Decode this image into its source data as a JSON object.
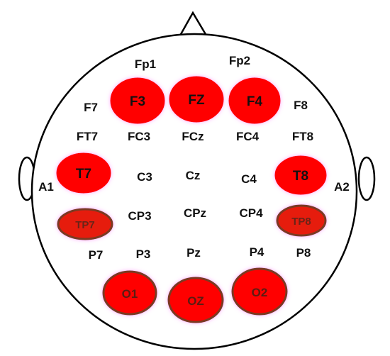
{
  "colors": {
    "outline": "#000000",
    "background": "#ffffff",
    "highlight_fill": "#ff0000",
    "highlight_edge": "#7a3a24",
    "glow": "#ff66ff",
    "text": "#111111"
  },
  "electrodes": {
    "Fp1": {
      "label": "Fp1",
      "highlighted": false
    },
    "Fp2": {
      "label": "Fp2",
      "highlighted": false
    },
    "F7": {
      "label": "F7",
      "highlighted": false
    },
    "F3": {
      "label": "F3",
      "highlighted": true
    },
    "FZ": {
      "label": "FZ",
      "highlighted": true
    },
    "F4": {
      "label": "F4",
      "highlighted": true
    },
    "F8": {
      "label": "F8",
      "highlighted": false
    },
    "FT7": {
      "label": "FT7",
      "highlighted": false
    },
    "FC3": {
      "label": "FC3",
      "highlighted": false
    },
    "FCz": {
      "label": "FCz",
      "highlighted": false
    },
    "FC4": {
      "label": "FC4",
      "highlighted": false
    },
    "FT8": {
      "label": "FT8",
      "highlighted": false
    },
    "A1": {
      "label": "A1",
      "highlighted": false
    },
    "T7": {
      "label": "T7",
      "highlighted": true
    },
    "C3": {
      "label": "C3",
      "highlighted": false
    },
    "Cz": {
      "label": "Cz",
      "highlighted": false
    },
    "C4": {
      "label": "C4",
      "highlighted": false
    },
    "T8": {
      "label": "T8",
      "highlighted": true
    },
    "A2": {
      "label": "A2",
      "highlighted": false
    },
    "TP7": {
      "label": "TP7",
      "highlighted": true
    },
    "CP3": {
      "label": "CP3",
      "highlighted": false
    },
    "CPz": {
      "label": "CPz",
      "highlighted": false
    },
    "CP4": {
      "label": "CP4",
      "highlighted": false
    },
    "TP8": {
      "label": "TP8",
      "highlighted": true
    },
    "P7": {
      "label": "P7",
      "highlighted": false
    },
    "P3": {
      "label": "P3",
      "highlighted": false
    },
    "Pz": {
      "label": "Pz",
      "highlighted": false
    },
    "P4": {
      "label": "P4",
      "highlighted": false
    },
    "P8": {
      "label": "P8",
      "highlighted": false
    },
    "O1": {
      "label": "O1",
      "highlighted": true
    },
    "OZ": {
      "label": "OZ",
      "highlighted": true
    },
    "O2": {
      "label": "O2",
      "highlighted": true
    }
  }
}
